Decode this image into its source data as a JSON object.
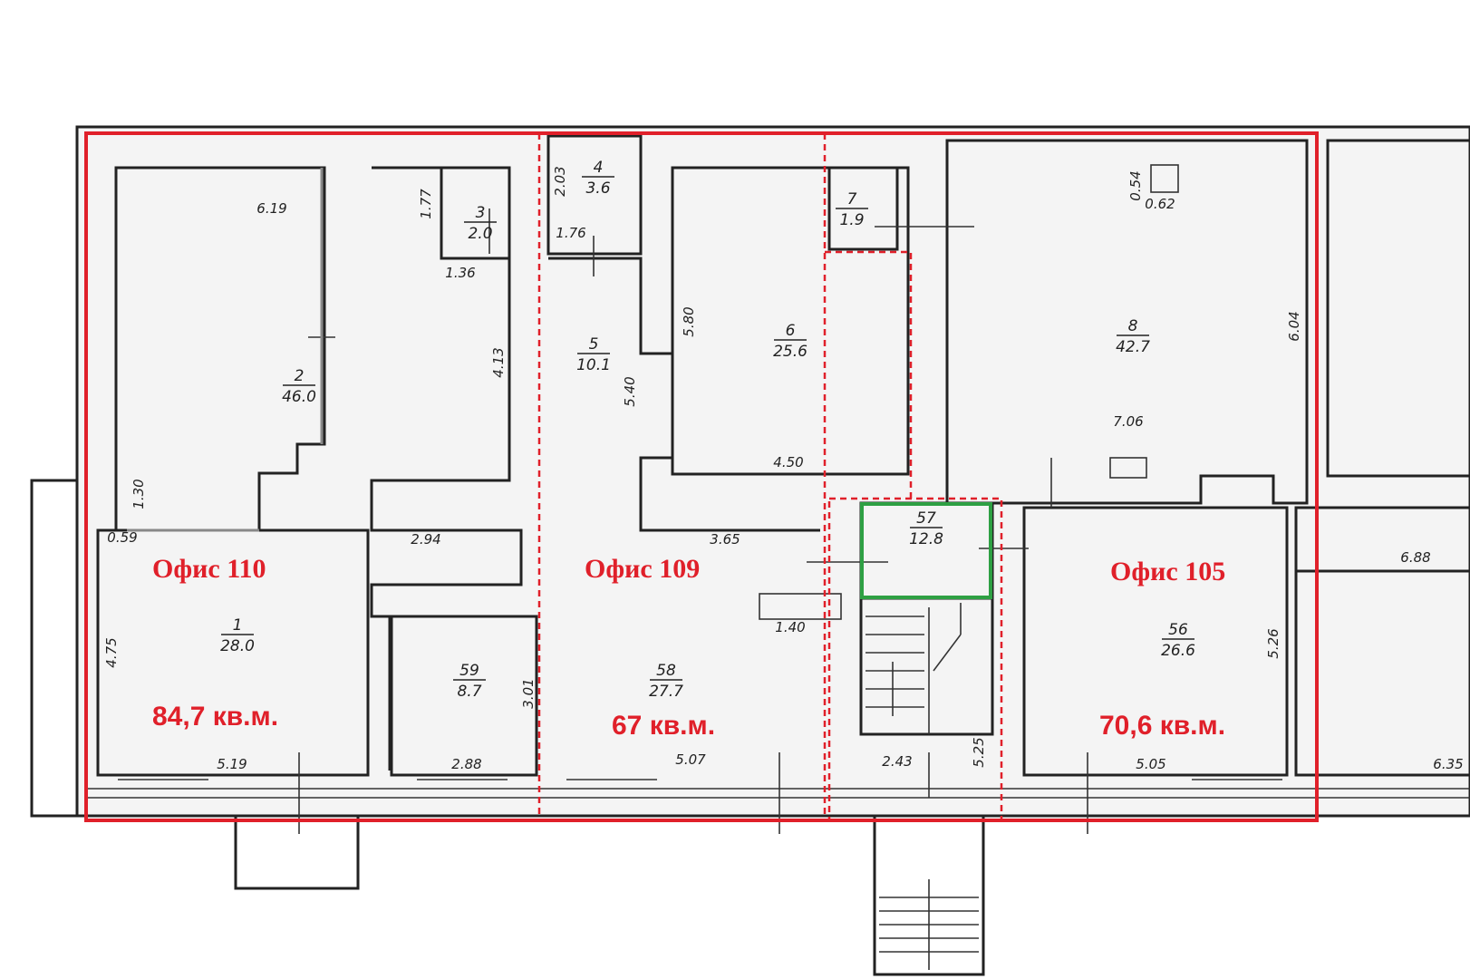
{
  "offices": [
    {
      "name": "Офис 110",
      "area": "84,7 кв.м."
    },
    {
      "name": "Офис 109",
      "area": "67 кв.м."
    },
    {
      "name": "Офис 105",
      "area": "70,6 кв.м."
    }
  ],
  "rooms": [
    {
      "id": "room-2",
      "number": "2",
      "area": "46.0"
    },
    {
      "id": "room-3",
      "number": "3",
      "area": "2.0"
    },
    {
      "id": "room-4",
      "number": "4",
      "area": "3.6"
    },
    {
      "id": "room-5",
      "number": "5",
      "area": "10.1"
    },
    {
      "id": "room-6",
      "number": "6",
      "area": "25.6"
    },
    {
      "id": "room-7",
      "number": "7",
      "area": "1.9"
    },
    {
      "id": "room-8",
      "number": "8",
      "area": "42.7"
    },
    {
      "id": "room-57",
      "number": "57",
      "area": "12.8"
    },
    {
      "id": "room-1",
      "number": "1",
      "area": "28.0"
    },
    {
      "id": "room-59",
      "number": "59",
      "area": "8.7"
    },
    {
      "id": "room-58",
      "number": "58",
      "area": "27.7"
    },
    {
      "id": "room-56",
      "number": "56",
      "area": "26.6"
    }
  ],
  "dimensions": [
    "6.19",
    "1.77",
    "1.36",
    "4.13",
    "1.30",
    "0.59",
    "2.94",
    "4.75",
    "5.19",
    "2.88",
    "3.01",
    "2.03",
    "1.76",
    "5.40",
    "5.80",
    "4.50",
    "3.65",
    "1.40",
    "5.07",
    "0.54",
    "0.62",
    "6.04",
    "7.06",
    "6.88",
    "5.26",
    "2.43",
    "5.25",
    "5.05",
    "6.35"
  ],
  "colors": {
    "office_boundary": "#e0202a",
    "highlight": "#2ea043",
    "walls": "#222222"
  }
}
